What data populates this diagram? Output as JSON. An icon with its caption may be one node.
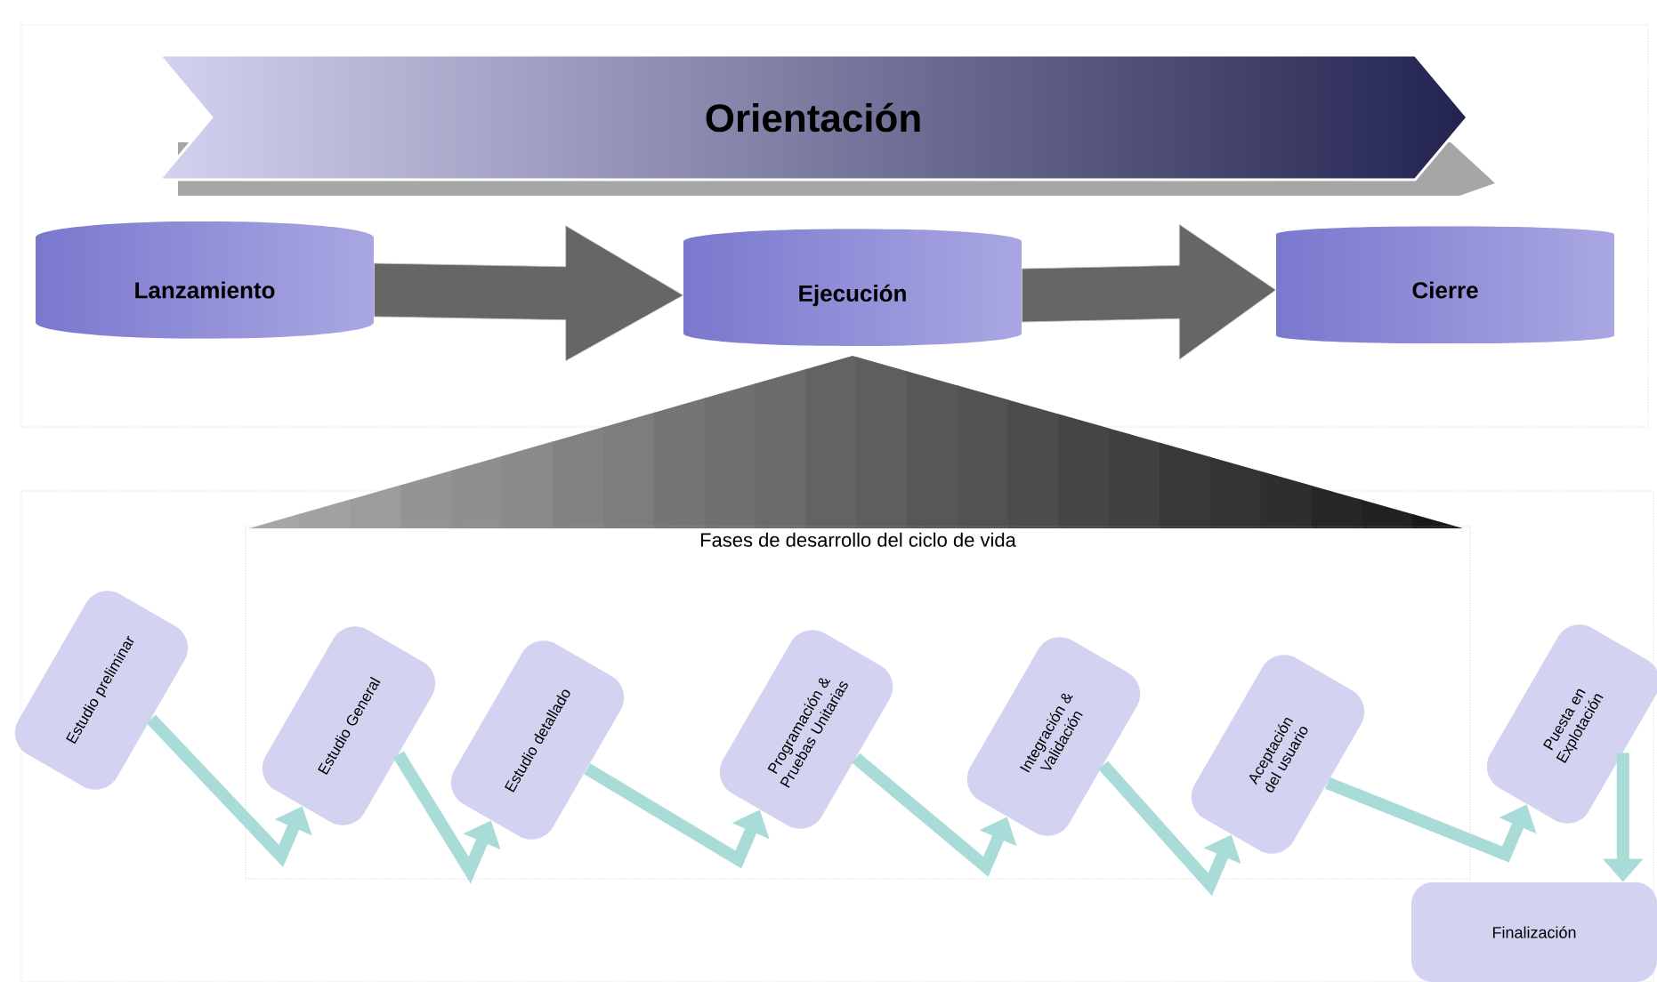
{
  "diagram": {
    "nodes": [
      {
        "text": [
          "Orientación"
        ]
      },
      {
        "text": [
          "Lanzamiento"
        ]
      },
      {
        "text": [
          "Ejecución"
        ]
      },
      {
        "text": [
          "Cierre"
        ]
      },
      {
        "text": [
          "Fases de desarrollo del ciclo de vida"
        ]
      },
      {
        "text": [
          "Estudio preliminar"
        ]
      },
      {
        "text": [
          "Estudio General"
        ],
        "in": 4
      },
      {
        "text": [
          "Estudio detallado"
        ],
        "in": 4
      },
      {
        "text": [
          "Programación & Pruebas Unitarias"
        ],
        "in": 4
      },
      {
        "text": [
          "Integración & Validación"
        ],
        "in": 4
      },
      {
        "text": [
          "Aceptación del usuario"
        ],
        "in": 4
      },
      {
        "text": [
          "Puesta en Explotación"
        ]
      },
      {
        "text": [
          "Finalización"
        ]
      }
    ],
    "edges": [
      {
        "from": 1,
        "to": 2,
        "arrow": "to",
        "color": "#000000"
      },
      {
        "from": 2,
        "to": 3,
        "arrow": "to",
        "color": "#000000"
      },
      {
        "from": 5,
        "to": 6,
        "arrow": "to"
      },
      {
        "from": 6,
        "to": 7,
        "arrow": "to"
      },
      {
        "from": 7,
        "to": 8,
        "arrow": "to"
      },
      {
        "from": 8,
        "to": 9,
        "arrow": "to"
      },
      {
        "from": 9,
        "to": 10,
        "arrow": "to"
      },
      {
        "from": 10,
        "to": 11,
        "arrow": "to"
      },
      {
        "from": 11,
        "to": 12,
        "arrow": "to"
      }
    ]
  }
}
